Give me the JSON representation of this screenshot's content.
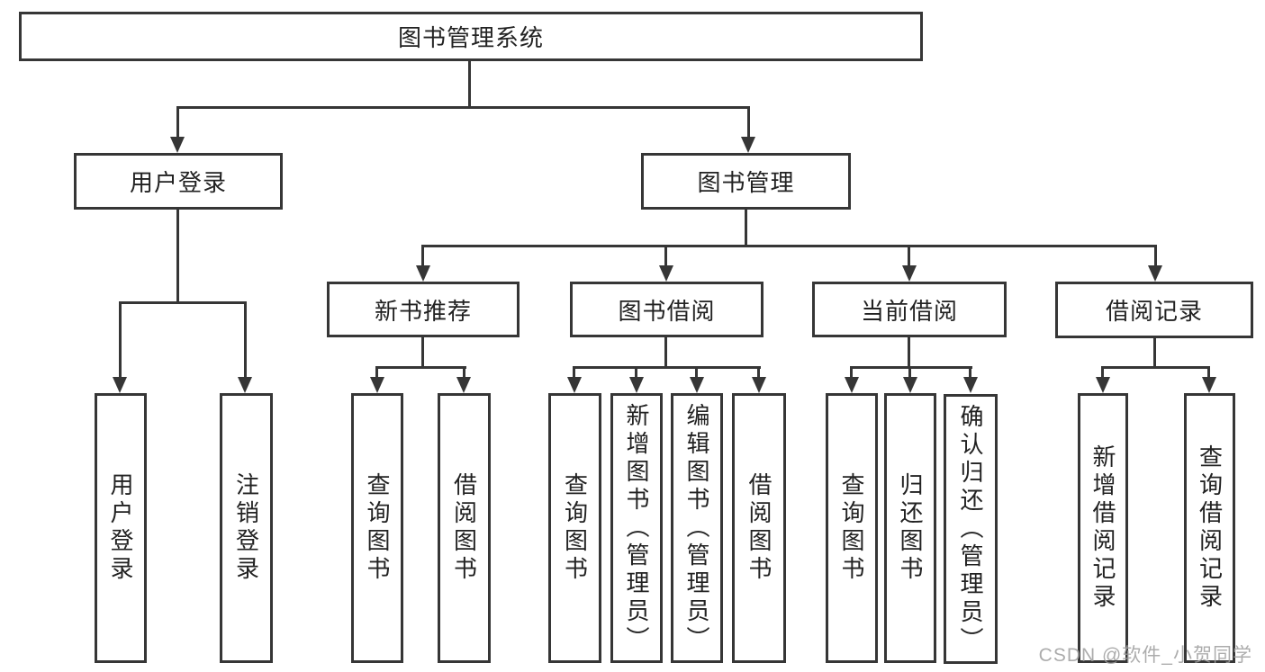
{
  "diagram": {
    "root": {
      "label": "图书管理系统"
    },
    "level2": [
      {
        "label": "用户登录"
      },
      {
        "label": "图书管理"
      }
    ],
    "level3": [
      {
        "label": "新书推荐"
      },
      {
        "label": "图书借阅"
      },
      {
        "label": "当前借阅"
      },
      {
        "label": "借阅记录"
      }
    ],
    "leaves": [
      {
        "label": "用户登录"
      },
      {
        "label": "注销登录"
      },
      {
        "label": "查询图书"
      },
      {
        "label": "借阅图书"
      },
      {
        "label": "查询图书"
      },
      {
        "label": "新增图书（管理员）"
      },
      {
        "label": "编辑图书（管理员）"
      },
      {
        "label": "借阅图书"
      },
      {
        "label": "查询图书"
      },
      {
        "label": "归还图书"
      },
      {
        "label": "确认归还（管理员）"
      },
      {
        "label": "新增借阅记录"
      },
      {
        "label": "查询借阅记录"
      }
    ]
  },
  "watermark": {
    "text": "CSDN @软件_小贺同学"
  },
  "colors": {
    "line": "#363636",
    "text": "#222222",
    "background": "#ffffff",
    "watermark": "#9e9e9e"
  }
}
